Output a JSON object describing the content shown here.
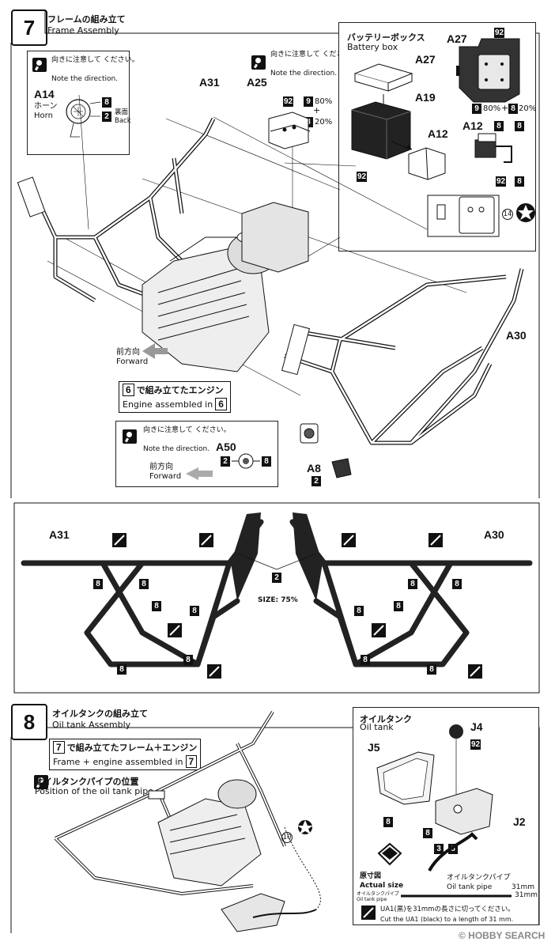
{
  "step7": {
    "number": "7",
    "title_jp": "フレームの組み立て",
    "title_en": "Frame Assembly",
    "note_jp": "向きに注意して ください。",
    "note_en": "Note the direction.",
    "horn": {
      "part": "A14",
      "jp": "ホーン",
      "en": "Horn",
      "c1": "8",
      "c2": "2",
      "back_jp": "裏面",
      "back_en": "Back"
    },
    "a31": "A31",
    "a25": "A25",
    "a25_note_jp": "向きに注意して ください。",
    "a25_note_en": "Note the direction.",
    "mix_a": {
      "c1": "92",
      "c2": "9",
      "p2": "80%",
      "plus": "+",
      "c3": "8",
      "p3": "20%"
    },
    "battery": {
      "title_jp": "バッテリーボックス",
      "title_en": "Battery box",
      "a27": "A27",
      "a19": "A19",
      "a12": "A12",
      "c92": "92",
      "r_a27": "A27",
      "r_c92": "92",
      "r_c8": "8",
      "mix": {
        "c1": "9",
        "p1": "80%",
        "plus": "+",
        "c2": "8",
        "p2": "20%"
      },
      "r_a12": "A12",
      "r_c8a": "8",
      "r_c8b": "8",
      "r_c92b": "92",
      "r_c8c": "8",
      "decal": "14"
    },
    "forward_jp": "前方向",
    "forward_en": "Forward",
    "engine_label_pre": "6",
    "engine_label_jp": "で組み立てたエンジン",
    "engine_label_en": "Engine assembled in",
    "engine_label_num": "6",
    "a30": "A30",
    "a50_box": {
      "note_jp": "向きに注意して ください。",
      "note_en": "Note the direction.",
      "part": "A50",
      "c1": "2",
      "c2": "8",
      "fwd_jp": "前方向",
      "fwd_en": "Forward"
    },
    "a8": "A8",
    "a8_c": "2"
  },
  "frames_panel": {
    "left": "A31",
    "right": "A30",
    "size": "SIZE: 75%",
    "center_c": "2",
    "callouts": [
      "8",
      "8",
      "8",
      "8",
      "8",
      "8",
      "8",
      "8",
      "8",
      "8",
      "8",
      "8"
    ]
  },
  "step8": {
    "number": "8",
    "title_jp": "オイルタンクの組み立て",
    "title_en": "Oil tank Assembly",
    "frame_label_pre": "7",
    "frame_label_jp": "で組み立てたフレーム＋エンジン",
    "frame_label_en": "Frame + engine assembled in",
    "frame_label_num": "7",
    "pipe_jp": "オイルタンクパイプの位置",
    "pipe_en": "Position of the oil tank pipe",
    "decal": "10",
    "oil": {
      "title_jp": "オイルタンク",
      "title_en": "Oil tank",
      "j4": "J4",
      "j4_c": "92",
      "j5": "J5",
      "j2": "J2",
      "c8a": "8",
      "c8b": "8",
      "c3": "3",
      "c8c": "8",
      "pipe_jp": "オイルタンクパイプ",
      "pipe_en": "Oil tank pipe",
      "pipe_len": "31mm",
      "actual_jp": "原寸図",
      "actual_en": "Actual size",
      "scale_jp": "オイルタンクパイプ",
      "scale_en": "Oil tank pipe",
      "scale_len": "31mm",
      "cut_jp": "UA1(黒)を31mmの長さに切ってください。",
      "cut_en": "Cut the UA1 (black) to a length of 31 mm."
    }
  },
  "watermark": "© HOBBY SEARCH"
}
